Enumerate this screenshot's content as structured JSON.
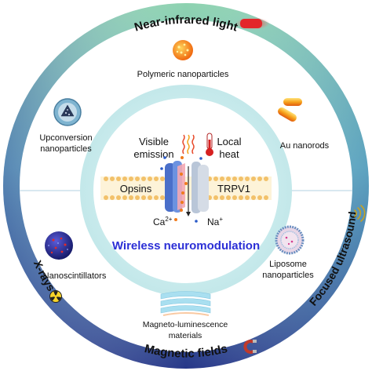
{
  "ring_labels": {
    "top": "Near-infrared light",
    "bottom": "Magnetic fields",
    "left": "X-rays",
    "right": "Focused ultrasound"
  },
  "center_title": "Wireless neuromodulation",
  "center": {
    "visible_emission_line1": "Visible",
    "visible_emission_line2": "emission",
    "local_heat_line1": "Local",
    "local_heat_line2": "heat",
    "opsins": "Opsins",
    "trpv1": "TRPV1",
    "ca_ion": "Ca",
    "ca_charge": "2+",
    "na_ion": "Na",
    "na_charge": "+"
  },
  "nanomaterials": {
    "polymeric": "Polymeric nanoparticles",
    "upconversion_line1": "Upconversion",
    "upconversion_line2": "nanoparticles",
    "au_nanorods": "Au nanorods",
    "nanoscintillators": "Nanoscintillators",
    "liposome_line1": "Liposome",
    "liposome_line2": "nanoparticles",
    "magneto_line1": "Magneto-luminescence",
    "magneto_line2": "materials"
  },
  "colors": {
    "center_title": "#2b2fd6",
    "outer_ring_top": "#7cc4a0",
    "outer_ring_bottom": "#2a3a8c",
    "inner_disc": "#cdeef0",
    "core": "#ffffff"
  }
}
